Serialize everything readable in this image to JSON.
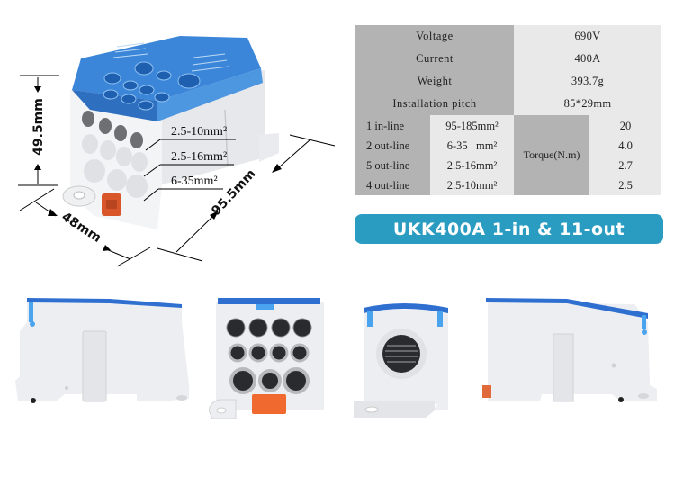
{
  "product": {
    "model_banner": "UKK400A 1-in & 11-out",
    "colors": {
      "banner_bg": "#2a9cc1",
      "banner_text": "#ffffff",
      "table_dark": "#b3b3b3",
      "table_light": "#e9e9e9",
      "cover_blue": "#2f7fd6",
      "body_white": "#eef0f3",
      "clip_orange": "#e05a2a"
    }
  },
  "specs": {
    "rows": [
      {
        "label": "Voltage",
        "value": "690V"
      },
      {
        "label": "Current",
        "value": "400A"
      },
      {
        "label": "Weight",
        "value": "393.7g"
      },
      {
        "label": "Installation pitch",
        "value": "85*29mm"
      }
    ],
    "torque_label": "Torque(N.m)",
    "lines": [
      {
        "line": "1 in-line",
        "wire": "95-185mm²",
        "torque": "20"
      },
      {
        "line": "2 out-line",
        "wire": "6-35   mm²",
        "torque": "4.0"
      },
      {
        "line": "5 out-line",
        "wire": "2.5-16mm²",
        "torque": "2.7"
      },
      {
        "line": "4 out-line",
        "wire": "2.5-10mm²",
        "torque": "2.5"
      }
    ]
  },
  "diagram": {
    "dimensions": {
      "height": "49.5mm",
      "width": "48mm",
      "length": "95.5mm"
    },
    "callouts": [
      "2.5-10mm²",
      "2.5-16mm²",
      "6-35mm²"
    ]
  },
  "views": [
    {
      "name": "left-side-view"
    },
    {
      "name": "front-view"
    },
    {
      "name": "back-view"
    },
    {
      "name": "right-side-view"
    }
  ]
}
